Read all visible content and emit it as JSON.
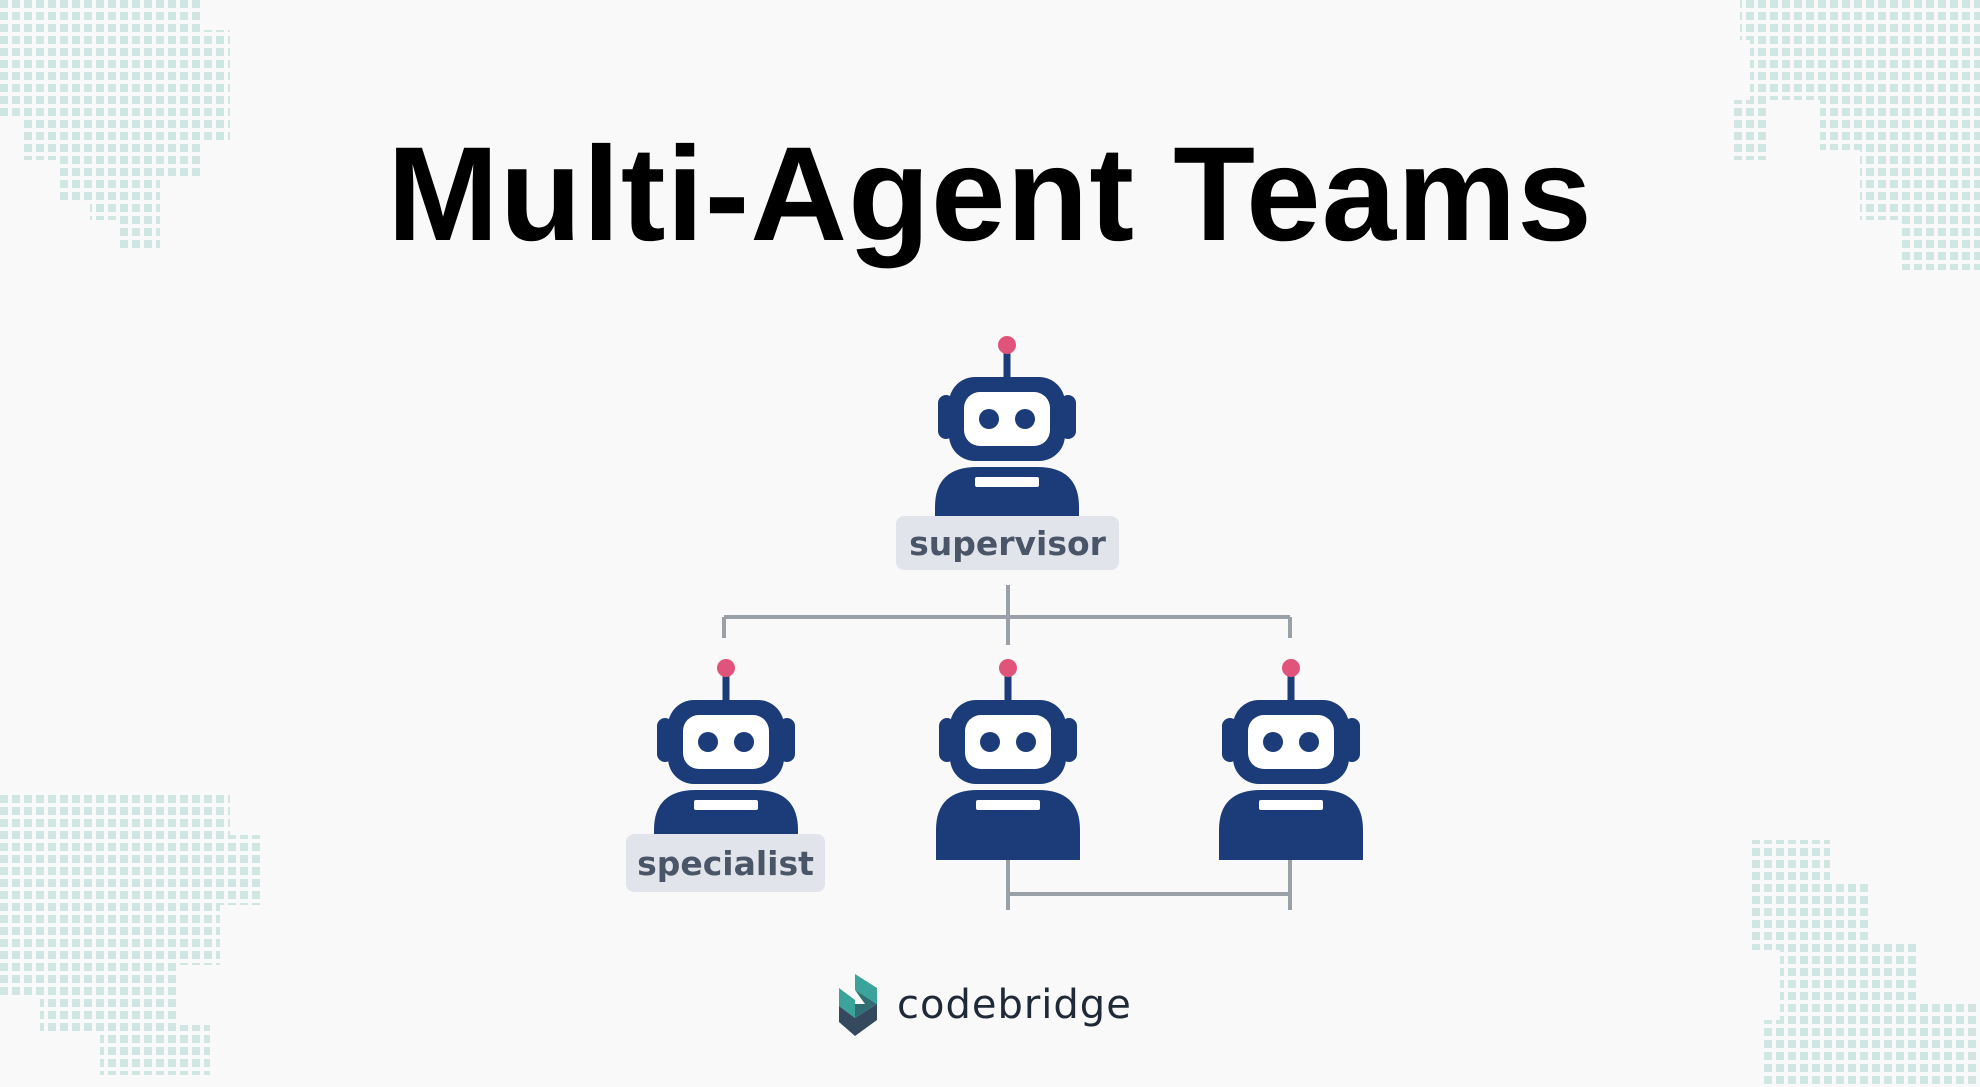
{
  "title": "Multi-Agent Teams",
  "diagram": {
    "nodes": [
      {
        "id": "supervisor",
        "label": "supervisor"
      },
      {
        "id": "specialist-1",
        "label": "specialist"
      },
      {
        "id": "agent-2",
        "label": ""
      },
      {
        "id": "agent-3",
        "label": ""
      }
    ],
    "edges": [
      {
        "from": "supervisor",
        "to": "specialist-1"
      },
      {
        "from": "supervisor",
        "to": "agent-2"
      },
      {
        "from": "supervisor",
        "to": "agent-3"
      },
      {
        "from": "agent-2",
        "to": "agent-3"
      }
    ]
  },
  "brand": {
    "name": "codebridge",
    "icon": "codebridge-logo-icon"
  },
  "colors": {
    "robot_body": "#1b3c78",
    "robot_antenna": "#e0547b",
    "connector": "#9aa0a8",
    "label_bg": "#e2e4ec",
    "label_text": "#4b5568",
    "dot_pattern": "#cfe6e3",
    "background": "#f9f9fa",
    "logo_teal": "#3aa49a",
    "logo_dark": "#34495e"
  }
}
